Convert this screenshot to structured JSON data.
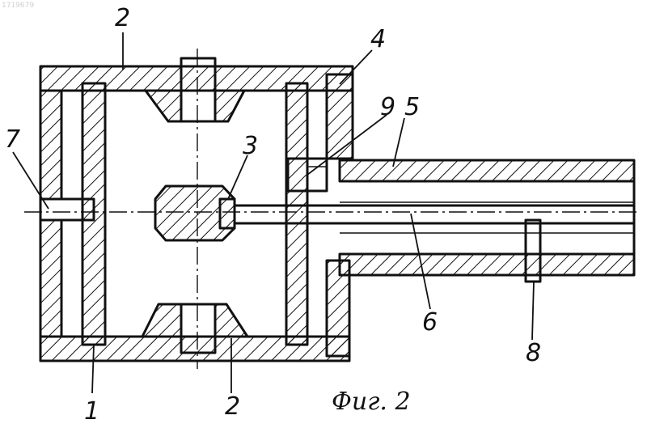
{
  "corner_text": "1719679",
  "caption": "Фиг. 2",
  "labels": {
    "n1": "1",
    "n2_top": "2",
    "n2_bottom": "2",
    "n3": "3",
    "n4": "4",
    "n5": "5",
    "n6": "6",
    "n7": "7",
    "n8": "8",
    "n9": "9"
  }
}
